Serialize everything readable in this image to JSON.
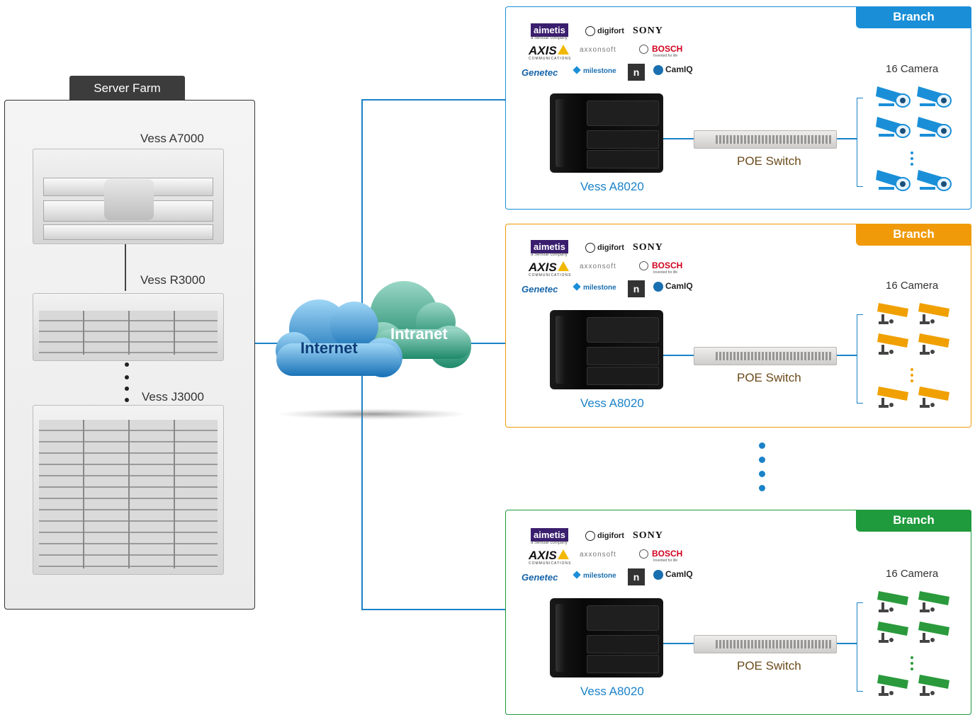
{
  "server_farm": {
    "title": "Server Farm",
    "servers": [
      "Vess A7000",
      "Vess R3000",
      "Vess J3000"
    ]
  },
  "network": {
    "internet_label": "Internet",
    "intranet_label": "Intranet",
    "line_color": "#1a82c8"
  },
  "branches": [
    {
      "tag": "Branch",
      "color": "#1a8fd8",
      "camera_count_label": "16 Camera",
      "nas_label": "Vess A8020",
      "switch_label": "POE Switch"
    },
    {
      "tag": "Branch",
      "color": "#f09a0a",
      "camera_count_label": "16 Camera",
      "nas_label": "Vess A8020",
      "switch_label": "POE Switch"
    },
    {
      "tag": "Branch",
      "color": "#1f9a3c",
      "camera_count_label": "16 Camera",
      "nas_label": "Vess A8020",
      "switch_label": "POE Switch"
    }
  ],
  "vendor_logos": {
    "aimetis": "aimetis",
    "aimetis_sub": "a Senstar company",
    "digifort": "digifort",
    "sony": "SONY",
    "axis": "AXIS",
    "axis_sub": "COMMUNICATIONS",
    "axxonsoft": "axxonsoft",
    "bosch": "BOSCH",
    "bosch_sub": "Invented for life",
    "genetec": "Genetec",
    "milestone": "milestone",
    "n_logo": "n",
    "camiq": "CamIQ"
  },
  "icons": [
    "server-rack-icon",
    "cloud-icon",
    "nas-icon",
    "switch-icon",
    "camera-icon"
  ]
}
